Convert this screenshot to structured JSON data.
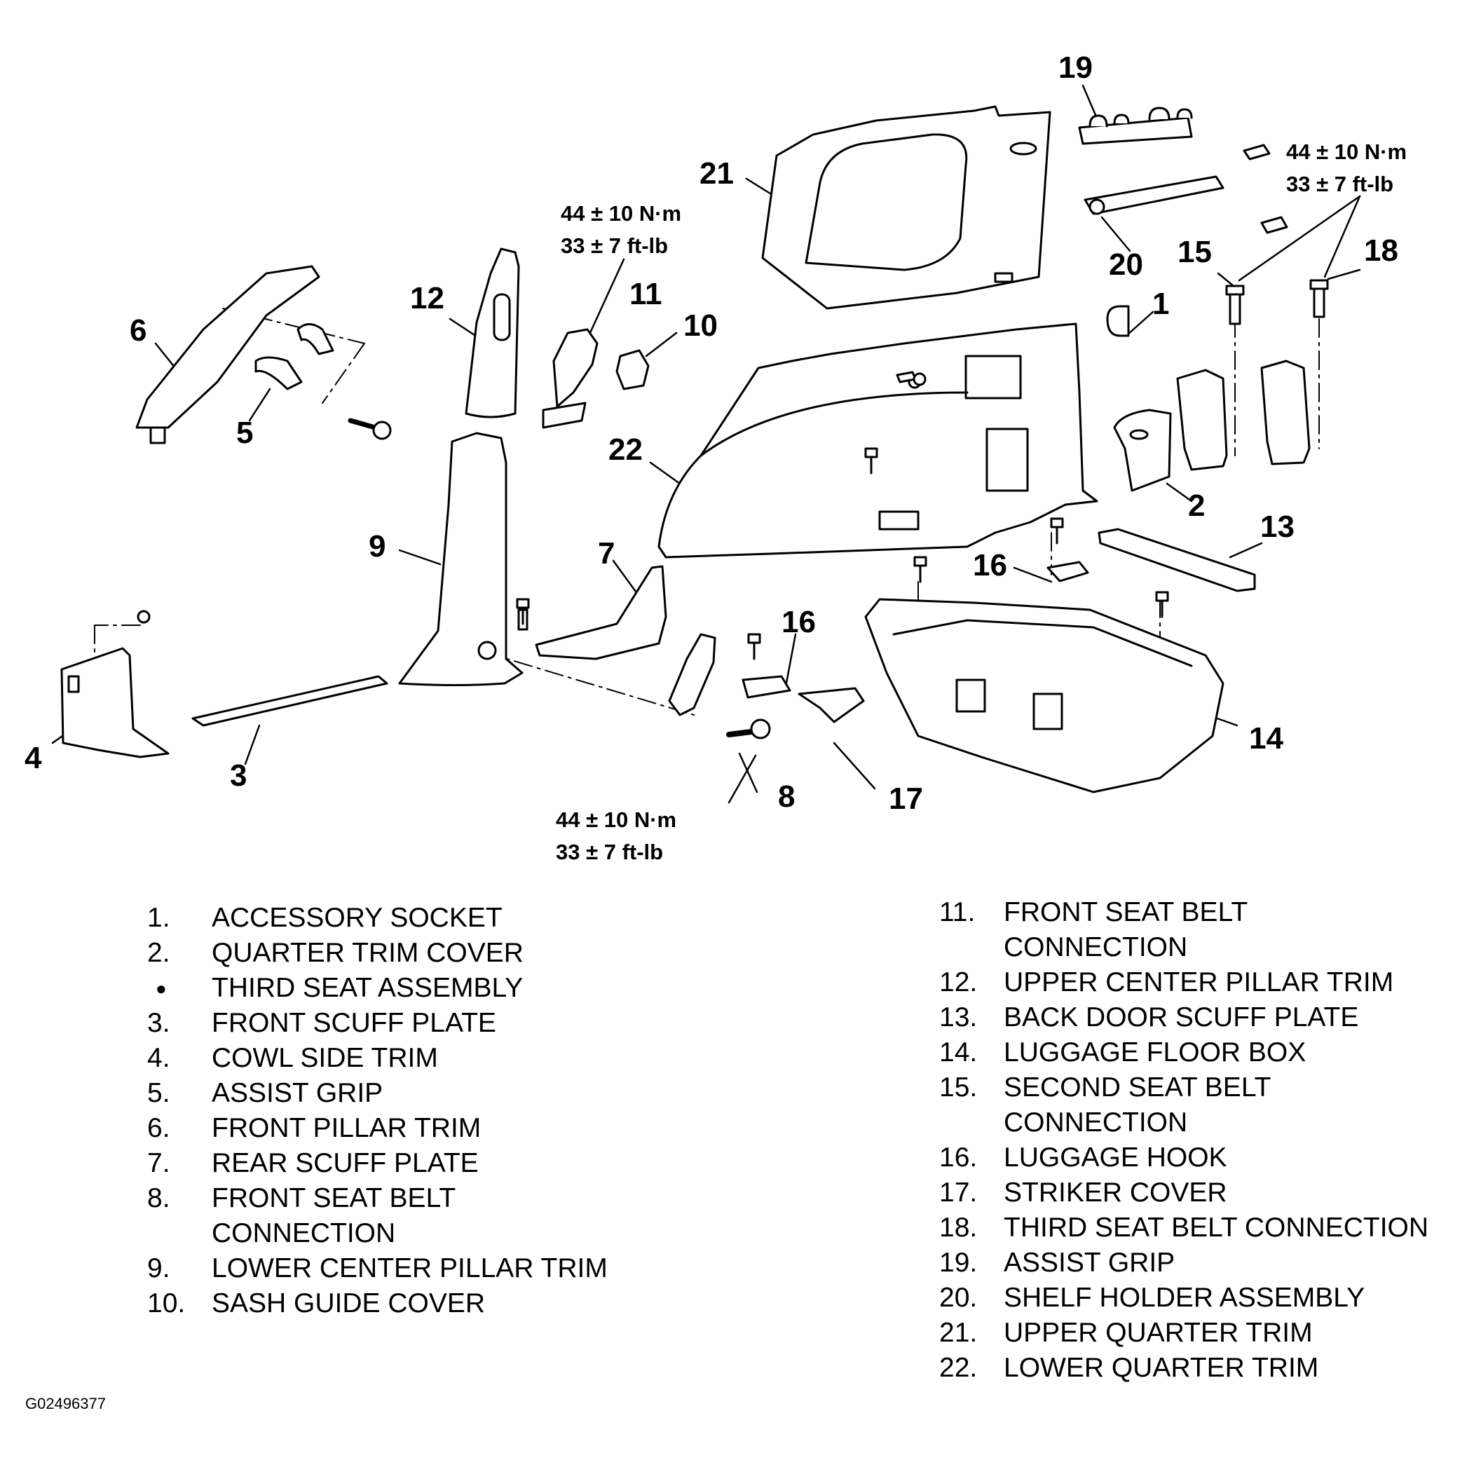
{
  "callouts": [
    {
      "id": "c19",
      "label": "19"
    },
    {
      "id": "c21",
      "label": "21"
    },
    {
      "id": "c20",
      "label": "20"
    },
    {
      "id": "c15",
      "label": "15"
    },
    {
      "id": "c18",
      "label": "18"
    },
    {
      "id": "c1",
      "label": "1"
    },
    {
      "id": "c12",
      "label": "12"
    },
    {
      "id": "c11",
      "label": "11"
    },
    {
      "id": "c10",
      "label": "10"
    },
    {
      "id": "c6",
      "label": "6"
    },
    {
      "id": "c5",
      "label": "5"
    },
    {
      "id": "c22",
      "label": "22"
    },
    {
      "id": "c2",
      "label": "2"
    },
    {
      "id": "c13",
      "label": "13"
    },
    {
      "id": "c16a",
      "label": "16"
    },
    {
      "id": "c9",
      "label": "9"
    },
    {
      "id": "c7",
      "label": "7"
    },
    {
      "id": "c16b",
      "label": "16"
    },
    {
      "id": "c14",
      "label": "14"
    },
    {
      "id": "c4",
      "label": "4"
    },
    {
      "id": "c3",
      "label": "3"
    },
    {
      "id": "c8",
      "label": "8"
    },
    {
      "id": "c17",
      "label": "17"
    }
  ],
  "torque_specs": [
    {
      "metric": "44 ± 10 N·m",
      "imperial": "33 ± 7 ft-lb"
    },
    {
      "metric": "44 ± 10 N·m",
      "imperial": "33 ± 7 ft-lb"
    },
    {
      "metric": "44 ± 10 N·m",
      "imperial": "33 ± 7 ft-lb"
    }
  ],
  "legend_left": [
    {
      "num": "1.",
      "text": "ACCESSORY SOCKET"
    },
    {
      "num": "2.",
      "text": "QUARTER TRIM COVER"
    },
    {
      "num": "●",
      "text": "THIRD SEAT ASSEMBLY"
    },
    {
      "num": "3.",
      "text": "FRONT SCUFF PLATE"
    },
    {
      "num": "4.",
      "text": "COWL SIDE TRIM"
    },
    {
      "num": "5.",
      "text": "ASSIST GRIP"
    },
    {
      "num": "6.",
      "text": "FRONT PILLAR TRIM"
    },
    {
      "num": "7.",
      "text": "REAR SCUFF PLATE"
    },
    {
      "num": "8.",
      "text": "FRONT SEAT BELT"
    },
    {
      "num": "",
      "text": "CONNECTION"
    },
    {
      "num": "9.",
      "text": "LOWER CENTER PILLAR TRIM"
    },
    {
      "num": "10.",
      "text": "SASH GUIDE COVER"
    }
  ],
  "legend_right": [
    {
      "num": "11.",
      "text": "FRONT SEAT BELT"
    },
    {
      "num": "",
      "text": "CONNECTION"
    },
    {
      "num": "12.",
      "text": "UPPER CENTER PILLAR TRIM"
    },
    {
      "num": "13.",
      "text": "BACK DOOR SCUFF PLATE"
    },
    {
      "num": "14.",
      "text": "LUGGAGE FLOOR BOX"
    },
    {
      "num": "15.",
      "text": "SECOND SEAT BELT"
    },
    {
      "num": "",
      "text": "CONNECTION"
    },
    {
      "num": "16.",
      "text": "LUGGAGE HOOK"
    },
    {
      "num": "17.",
      "text": "STRIKER COVER"
    },
    {
      "num": "18.",
      "text": "THIRD SEAT BELT CONNECTION"
    },
    {
      "num": "19.",
      "text": "ASSIST GRIP"
    },
    {
      "num": "20.",
      "text": "SHELF HOLDER ASSEMBLY"
    },
    {
      "num": "21.",
      "text": "UPPER QUARTER TRIM"
    },
    {
      "num": "22.",
      "text": "LOWER QUARTER TRIM"
    }
  ],
  "figure_id": "G02496377"
}
